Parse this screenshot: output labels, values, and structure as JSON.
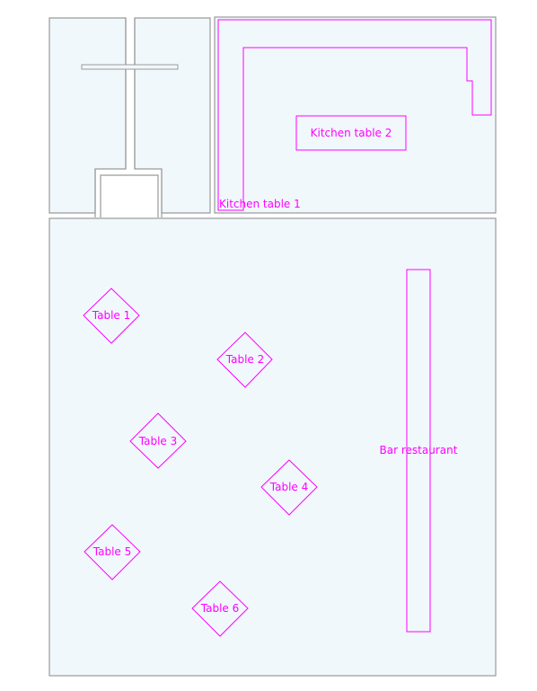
{
  "colors": {
    "room_fill": "#f1f8fc",
    "wall": "#9a9a9a",
    "furniture": "#ff00ff"
  },
  "labels": {
    "kitchen_table_1": "Kitchen table 1",
    "kitchen_table_2": "Kitchen table 2",
    "bar": "Bar restaurant",
    "table_1": "Table 1",
    "table_2": "Table 2",
    "table_3": "Table 3",
    "table_4": "Table 4",
    "table_5": "Table 5",
    "table_6": "Table 6"
  }
}
